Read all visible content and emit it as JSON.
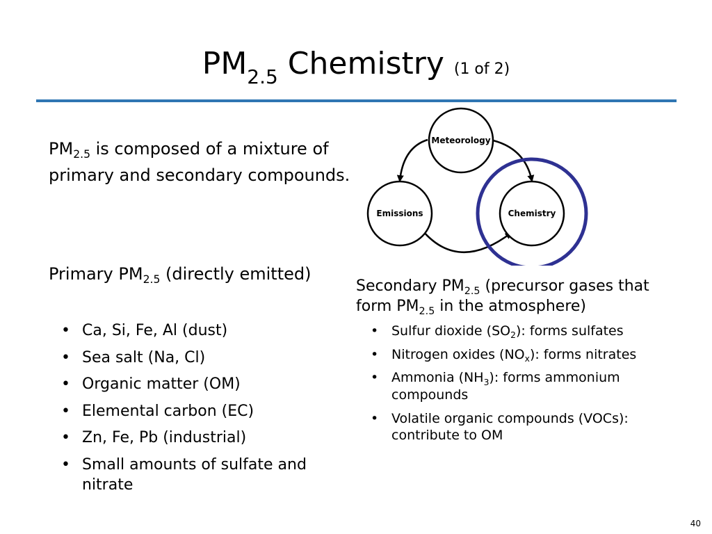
{
  "slide": {
    "title": {
      "main": "PM",
      "sub": "2.5",
      "rest": " Chemistry ",
      "of": "(1 of 2)"
    },
    "intro": {
      "a": "PM",
      "sub": "2.5",
      "b": " is composed of a mixture of primary and secondary compounds."
    },
    "primary": {
      "heading": {
        "a": "Primary PM",
        "sub": "2.5",
        "b": " (directly emitted)"
      },
      "items": [
        "Ca, Si, Fe, Al (dust)",
        "Sea salt (Na, Cl)",
        "Organic matter (OM)",
        "Elemental carbon (EC)",
        "Zn, Fe, Pb (industrial)",
        "Small amounts of sulfate and nitrate"
      ]
    },
    "secondary": {
      "heading": {
        "a": "Secondary PM",
        "sub1": "2.5",
        "b": " (precursor gases that form PM",
        "sub2": "2.5",
        "c": " in the atmosphere)"
      },
      "items": [
        {
          "a": "Sulfur dioxide (SO",
          "sub": "2",
          "b": "):  forms sulfates"
        },
        {
          "a": "Nitrogen oxides (NO",
          "sub": "x",
          "b": "):  forms nitrates"
        },
        {
          "a": "Ammonia (NH",
          "sub": "3",
          "b": "):  forms ammonium compounds"
        },
        {
          "a": "Volatile organic compounds (VOCs): contribute to OM",
          "sub": "",
          "b": ""
        }
      ]
    },
    "diagram": {
      "nodes": {
        "meteorology": "Meteorology",
        "emissions": "Emissions",
        "chemistry": "Chemistry"
      },
      "highlight_color": "#2e3192"
    },
    "page_number": "40"
  }
}
